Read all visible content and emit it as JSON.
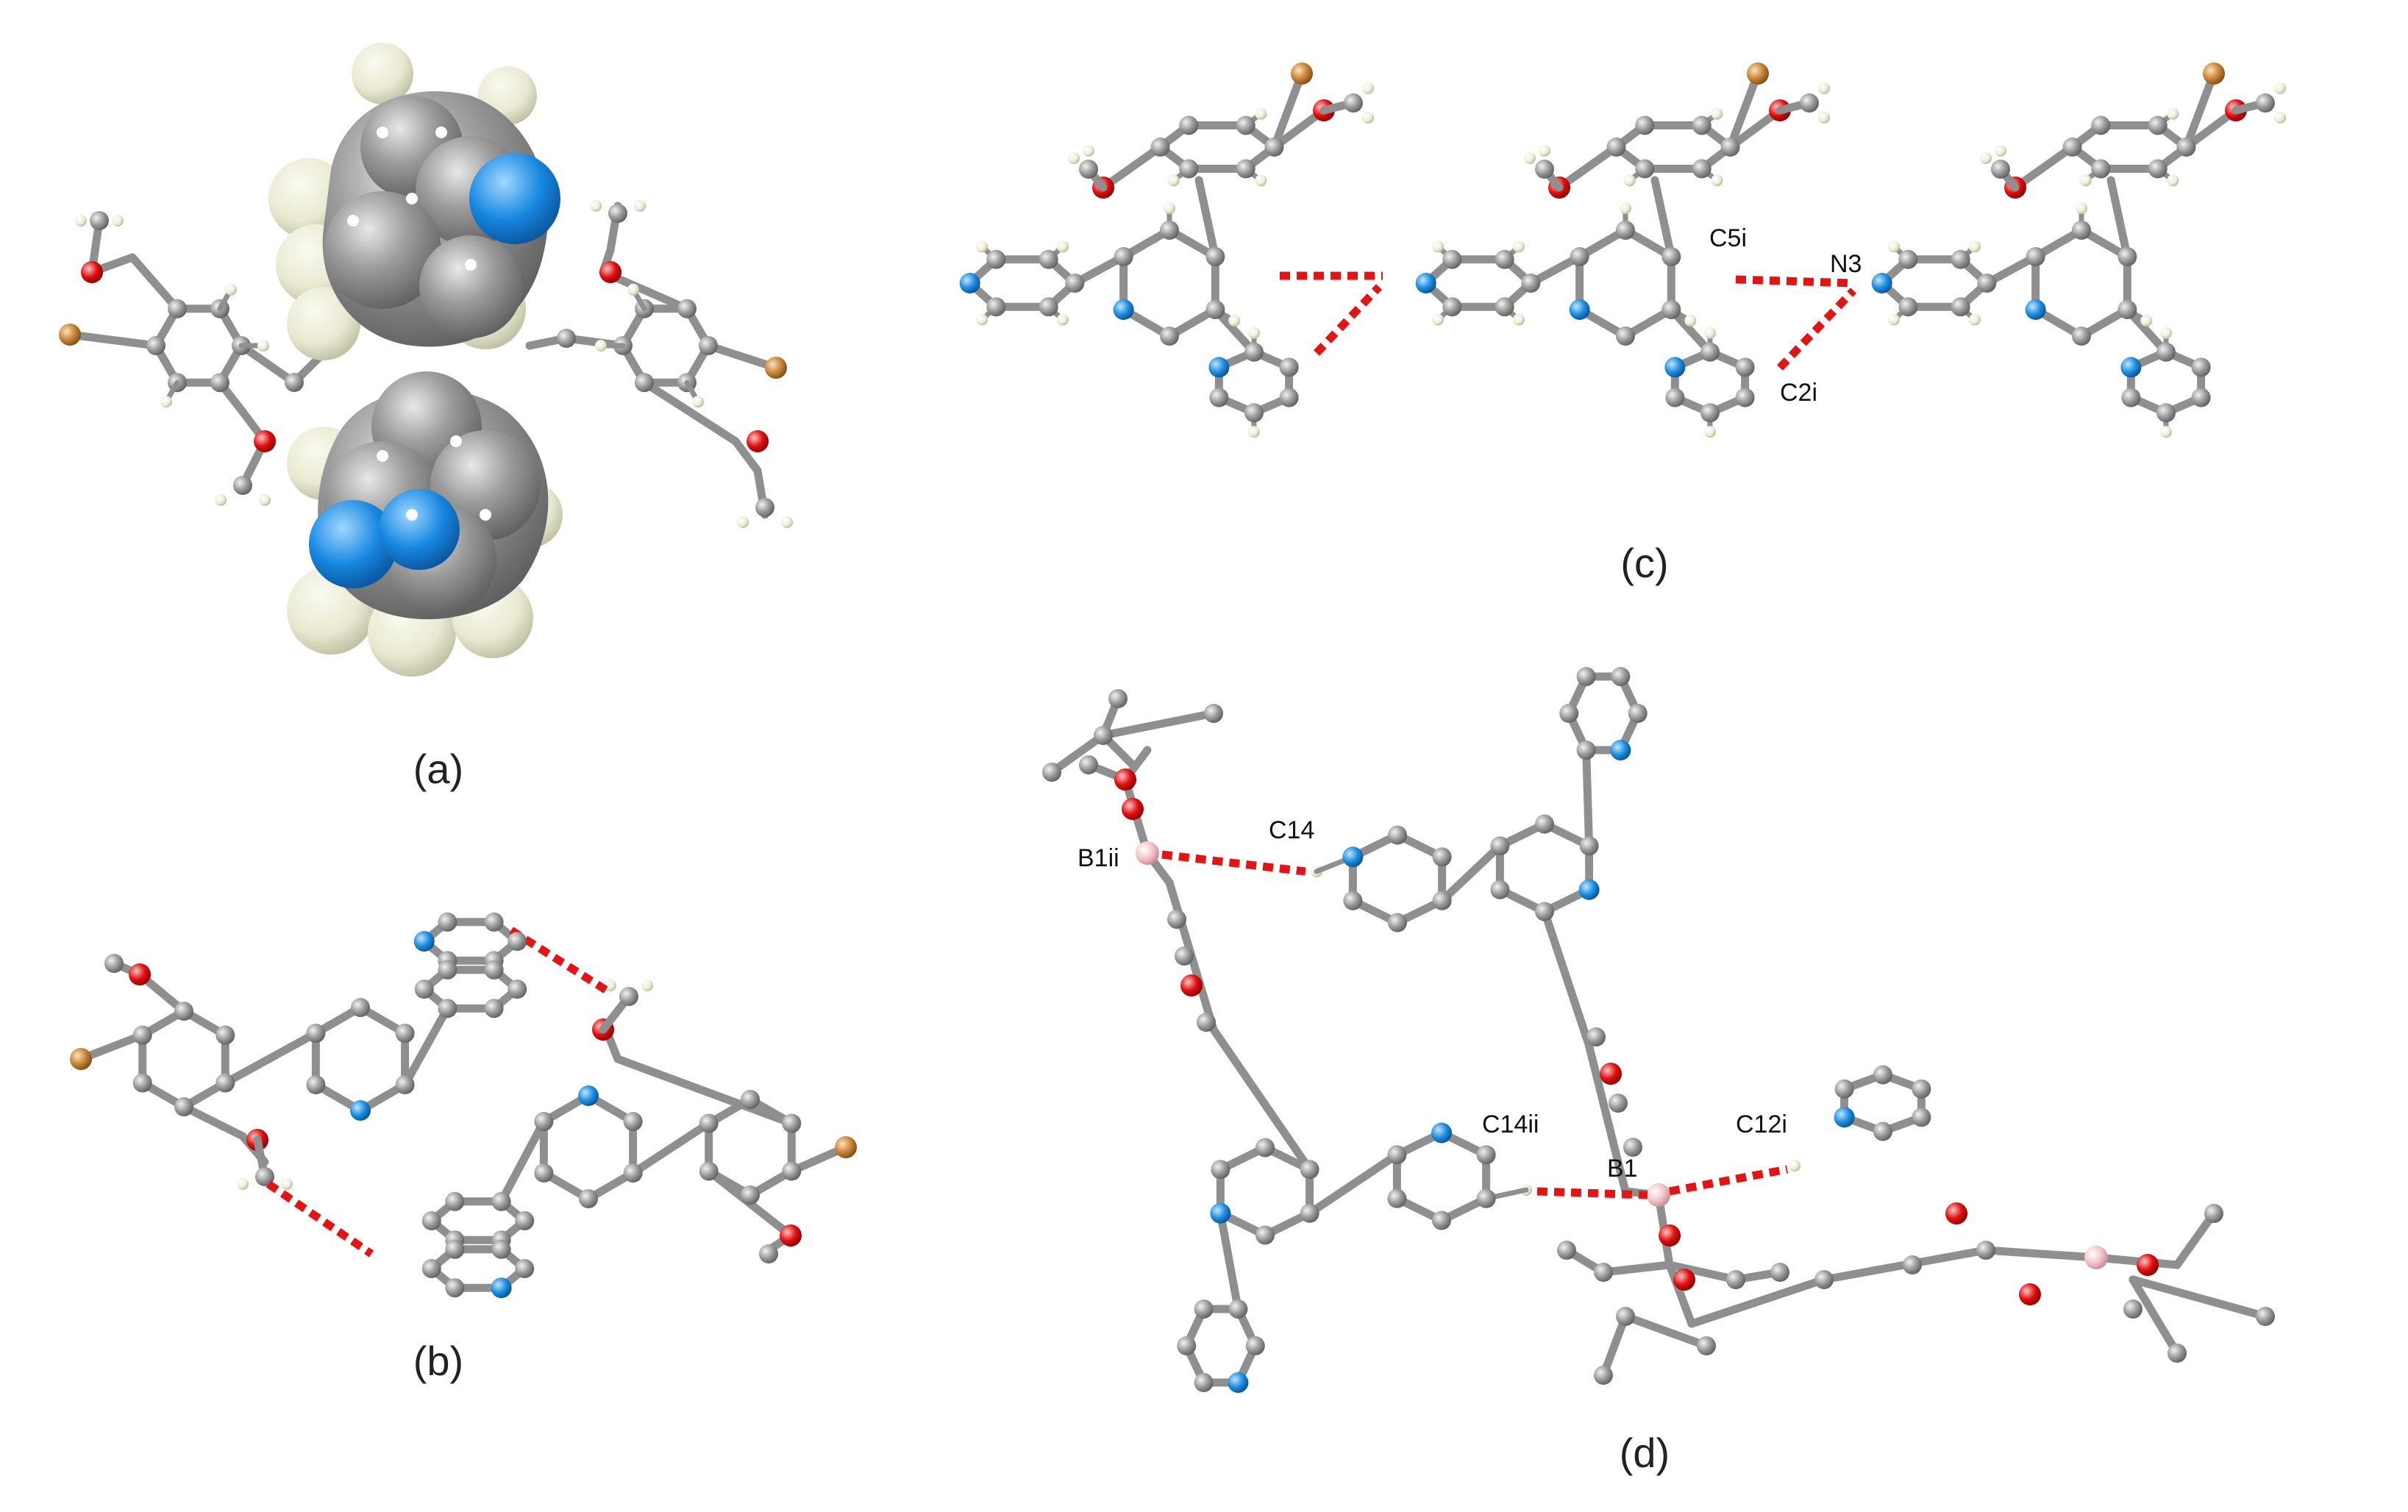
{
  "panels": [
    {
      "id": "a",
      "label": "(a)"
    },
    {
      "id": "b",
      "label": "(b)"
    },
    {
      "id": "c",
      "label": "(c)"
    },
    {
      "id": "d",
      "label": "(d)"
    }
  ],
  "atom_labels": {
    "c": [
      "C5i",
      "N3",
      "C2i"
    ],
    "d": [
      "B1ii",
      "C14",
      "C14ii",
      "B1",
      "C12i"
    ]
  },
  "colors": {
    "carbon": "#8f8f8f",
    "nitrogen": "#1e8fe0",
    "oxygen": "#e01010",
    "bromine": "#c8863a",
    "boron": "#f5c4c8",
    "hydrogen": "#f2f2e4",
    "hydrogen_bond": "#e31414"
  }
}
